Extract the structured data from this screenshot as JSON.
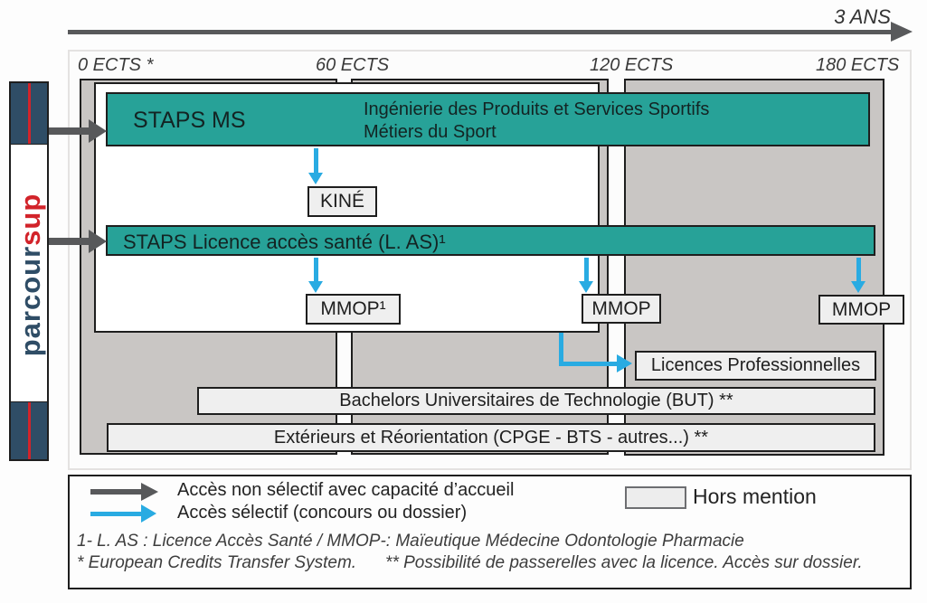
{
  "colors": {
    "teal": "#27A298",
    "column_gray": "#C9C6C4",
    "box_gray": "#EFEFEF",
    "selective_blue": "#29ABE2",
    "non_selective_gray": "#58595B",
    "brand_navy": "#2F4D66",
    "brand_red": "#D2232A"
  },
  "timeline": {
    "duration": "3 ANS",
    "ects": [
      "0 ECTS *",
      "60 ECTS",
      "120 ECTS",
      "180 ECTS"
    ]
  },
  "brand": {
    "main": "parcour",
    "accent": "sup"
  },
  "bars": {
    "staps_ms": "STAPS MS",
    "staps_ms_detail_1": "Ingénierie des Produits et Services Sportifs",
    "staps_ms_detail_2": "Métiers du Sport",
    "staps_las": "STAPS Licence accès santé (L. AS)¹"
  },
  "boxes": {
    "kine": "KINÉ",
    "mmop_y1": "MMOP¹",
    "mmop_y2": "MMOP",
    "mmop_y3": "MMOP",
    "licences_pro": "Licences Professionnelles",
    "but": "Bachelors Universitaires de Technologie (BUT) **",
    "exterieurs": "Extérieurs et Réorientation (CPGE - BTS - autres...) **"
  },
  "legend": {
    "non_selectif": "Accès non sélectif avec capacité d’accueil",
    "selectif": "Accès sélectif (concours ou dossier)",
    "hors_mention": "Hors mention"
  },
  "footnotes": {
    "note1": "1- L. AS : Licence Accès Santé / MMOP-: Maïeutique Médecine Odontologie Pharmacie",
    "note2_a": "* European Credits Transfer System.",
    "note2_b": "** Possibilité de passerelles avec la licence. Accès sur dossier."
  }
}
